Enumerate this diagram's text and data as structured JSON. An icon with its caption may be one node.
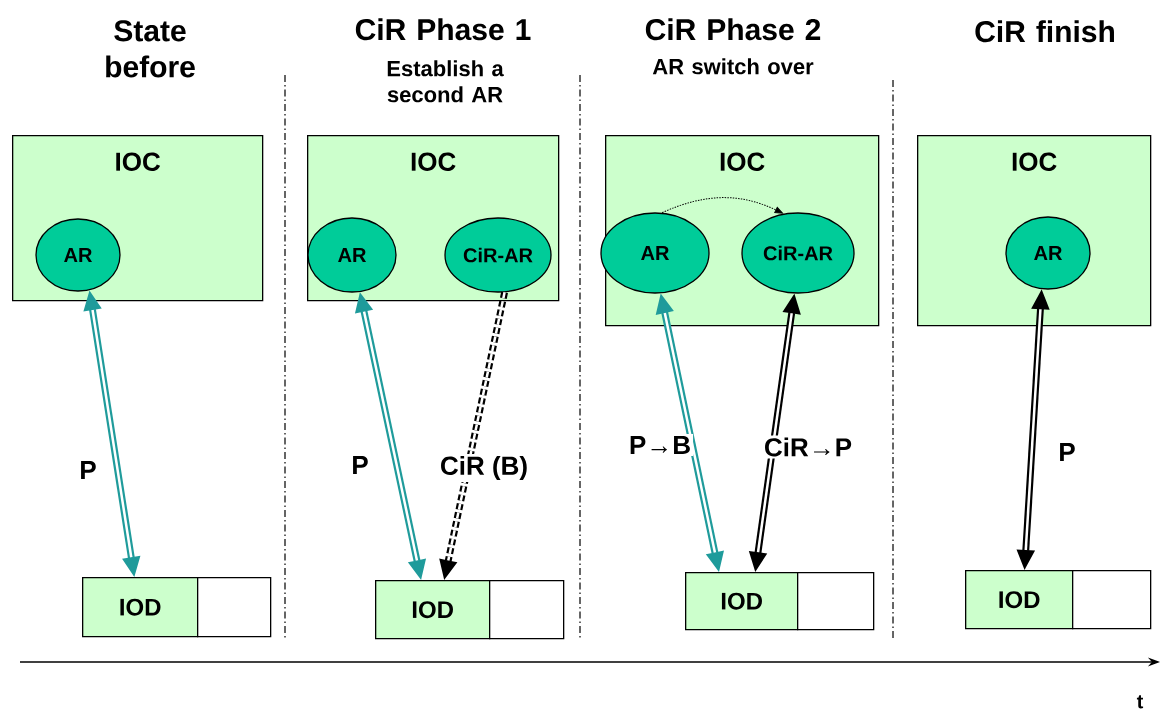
{
  "diagram": {
    "nodes": [
      {
        "text": [
          "IOC"
        ]
      },
      {
        "text": [
          "AR"
        ],
        "in": 0
      },
      {
        "text": [
          "IOD"
        ]
      },
      {
        "text": [],
        "shape": "box"
      },
      {
        "text": [
          "IOC"
        ]
      },
      {
        "text": [
          "AR"
        ],
        "in": 4
      },
      {
        "text": [
          "CiR-AR"
        ],
        "in": 4
      },
      {
        "text": [
          "IOD"
        ]
      },
      {
        "text": [],
        "shape": "box"
      },
      {
        "text": [
          "IOC"
        ]
      },
      {
        "text": [
          "AR"
        ],
        "in": 9
      },
      {
        "text": [
          "CiR-AR"
        ],
        "in": 9
      },
      {
        "text": [
          "IOD"
        ]
      },
      {
        "text": [],
        "shape": "box"
      },
      {
        "text": [
          "IOC"
        ]
      },
      {
        "text": [
          "AR"
        ],
        "in": 14
      },
      {
        "text": [
          "IOD"
        ]
      },
      {
        "text": [],
        "shape": "box"
      }
    ],
    "edges": [
      {
        "from": 1,
        "to": 2,
        "arrow": "both",
        "label": "P",
        "color": "#1f9b9b"
      },
      {
        "from": 5,
        "to": 7,
        "arrow": "both",
        "label": "P",
        "color": "#1f9b9b"
      },
      {
        "from": 6,
        "to": 7,
        "arrow": "to",
        "label": "CiR (B)",
        "style": "dashed"
      },
      {
        "from": 10,
        "to": 11,
        "arrow": "to",
        "style": "dashed"
      },
      {
        "from": 10,
        "to": 12,
        "arrow": "both",
        "label": "P→B",
        "color": "#1f9b9b"
      },
      {
        "from": 11,
        "to": 12,
        "arrow": "both",
        "label": "CiR→P"
      },
      {
        "from": 15,
        "to": 16,
        "arrow": "both",
        "label": "P"
      }
    ],
    "labels": [
      "State before",
      "CiR Phase 1",
      "Establish a second AR",
      "CiR Phase 2",
      "AR switch over",
      "CiR finish",
      "t"
    ]
  }
}
